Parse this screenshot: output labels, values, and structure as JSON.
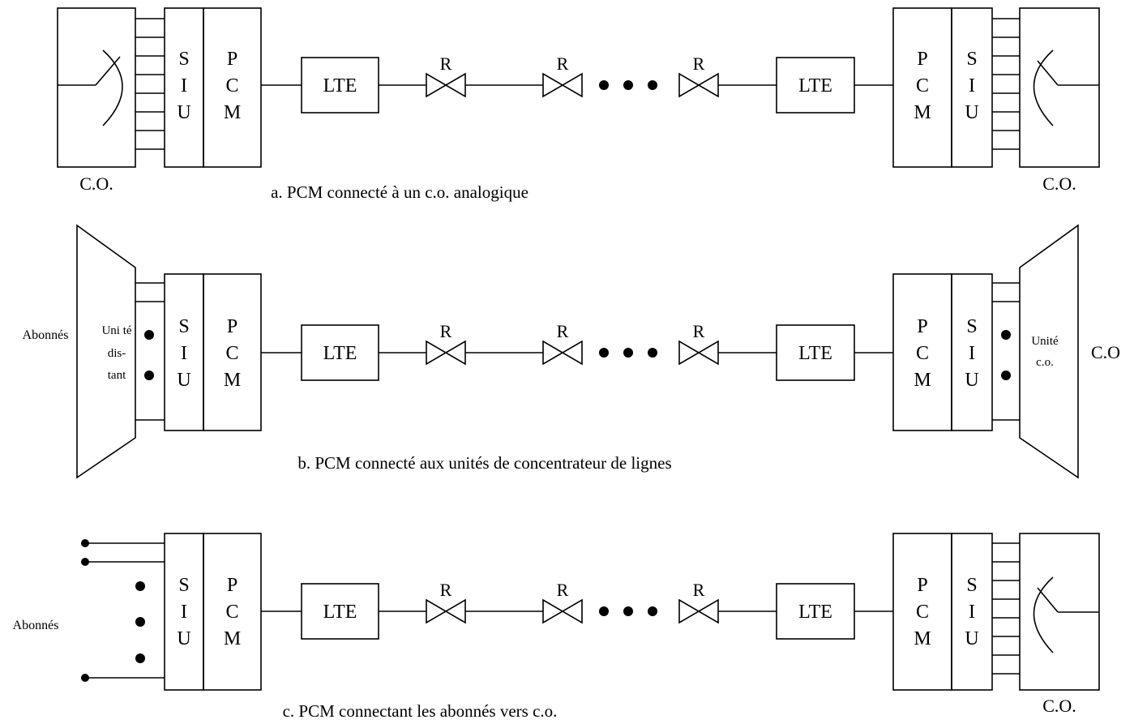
{
  "labels": {
    "siu": [
      "S",
      "I",
      "U"
    ],
    "pcm": [
      "P",
      "C",
      "M"
    ],
    "lte": "LTE",
    "repeater": "R",
    "co": "C.O.",
    "co_no_dot": "C.O",
    "abonnes": "Abonnés",
    "unite_distant": [
      "Uni té",
      "dis-",
      "tant"
    ],
    "unite_co": [
      "Unité",
      "c.o."
    ]
  },
  "captions": {
    "a": "a. PCM connecté à un c.o. analogique",
    "b": "b. PCM connecté aux unités de concentrateur de lignes",
    "c": "c. PCM connectant les abonnés vers c.o."
  }
}
